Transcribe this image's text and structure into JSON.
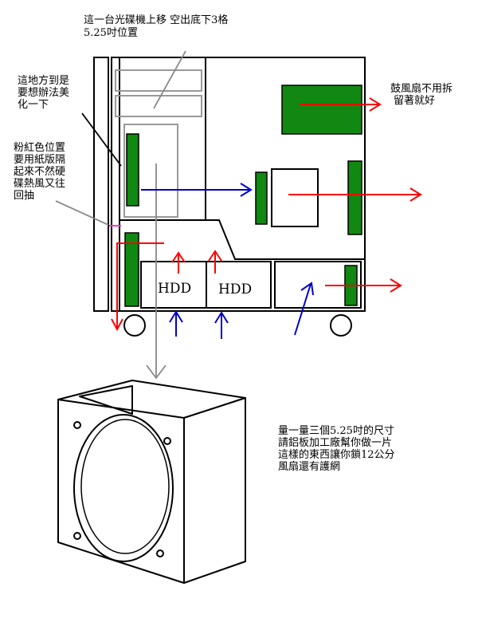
{
  "notes": {
    "top_line1": "這一台光碟機上移 空出底下3格",
    "top_line2": "5.25吋位置",
    "left_top": [
      "這地方到是",
      "要想辦法美",
      "化一下"
    ],
    "left_mid": [
      "粉紅色位置",
      "要用紙版隔",
      "起來不然硬",
      "碟熱風又往",
      "回抽"
    ],
    "right_top": [
      "鼓風扇不用拆",
      "留著就好"
    ],
    "bottom_right": [
      "量一量三個5.25吋的尺寸",
      "請鋁板加工廠幫你做一片",
      "這樣的東西讓你鎖12公分",
      "風扇還有護網"
    ]
  },
  "labels": {
    "hdd_left": "HDD",
    "hdd_right": "HDD"
  },
  "colors": {
    "outline": "#000000",
    "component_green": "#118811",
    "drive_gray": "#999999",
    "airflow_red": "#ff0000",
    "airflow_blue": "#0000cc",
    "pointer_gray": "#888888",
    "partition_pink": "#ff33cc"
  }
}
